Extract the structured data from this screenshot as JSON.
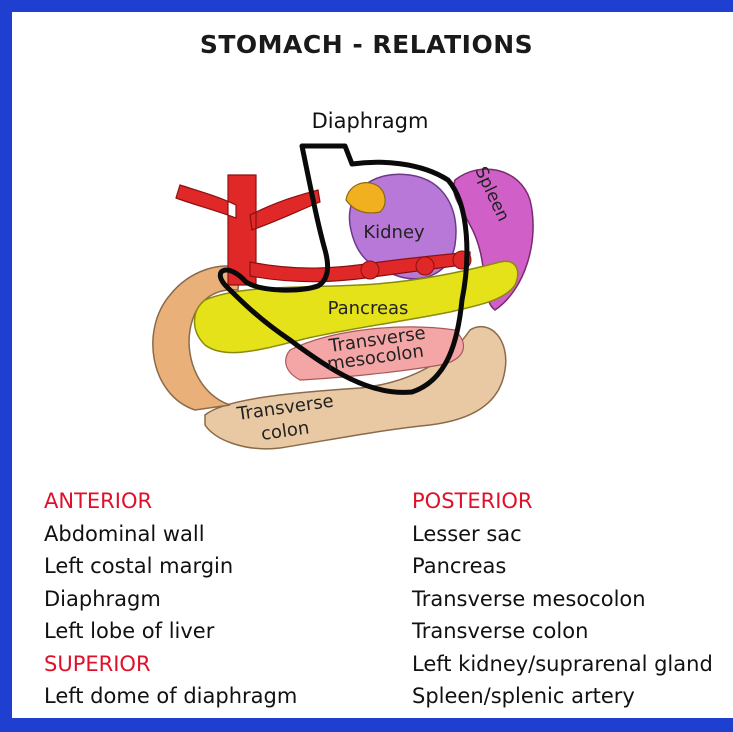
{
  "title": "STOMACH - RELATIONS",
  "labels": {
    "diaphragm": "Diaphragm",
    "kidney": "Kidney",
    "spleen": "Spleen",
    "pancreas": "Pancreas",
    "transverse_mesocolon_1": "Transverse",
    "transverse_mesocolon_2": "mesocolon",
    "transverse_colon_1": "Transverse",
    "transverse_colon_2": "colon"
  },
  "anterior": {
    "heading": "ANTERIOR",
    "items": [
      "Abdominal wall",
      "Left costal margin",
      "Diaphragm",
      "Left lobe of liver"
    ]
  },
  "superior": {
    "heading": "SUPERIOR",
    "items": [
      "Left dome of diaphragm"
    ]
  },
  "posterior": {
    "heading": "POSTERIOR",
    "items": [
      "Lesser sac",
      "Pancreas",
      "Transverse mesocolon",
      "Transverse colon",
      "Left kidney/suprarenal gland",
      "Spleen/splenic artery"
    ]
  },
  "colors": {
    "border": "#1f3fd0",
    "heading_red": "#e0102a",
    "pancreas": "#e6e21a",
    "kidney": "#b878d8",
    "spleen": "#d060c8",
    "aorta": "#e02828",
    "colon": "#e8c9a4",
    "mesocolon": "#f4a6a6"
  }
}
